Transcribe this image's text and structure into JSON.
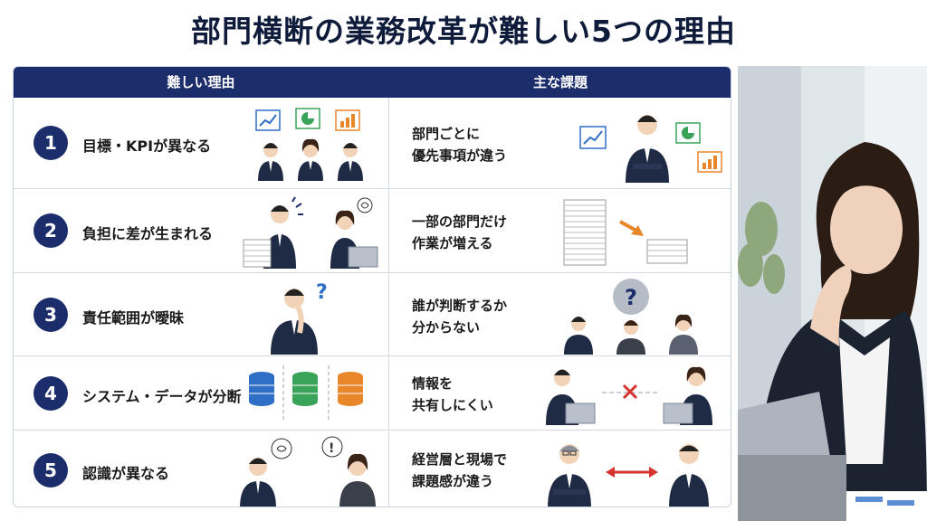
{
  "title": "部門横断の業務改革が難しい5つの理由",
  "table": {
    "col_reason": "難しい理由",
    "col_issue": "主な課題",
    "rows": [
      {
        "num": "1",
        "reason": "目標・KPIが異なる",
        "issue_line1": "部門ごとに",
        "issue_line2": "優先事項が違う",
        "left_icons": [
          "line-chart-icon",
          "pie-chart-icon",
          "bar-chart-icon",
          "three-people-icon"
        ],
        "right_icons": [
          "person-icon",
          "line-chart-icon",
          "pie-chart-icon",
          "bar-chart-icon"
        ]
      },
      {
        "num": "2",
        "reason": "負担に差が生まれる",
        "issue_line1": "一部の部門だけ",
        "issue_line2": "作業が増える",
        "left_icons": [
          "person-carrying-papers-icon",
          "stressed-woman-laptop-icon"
        ],
        "right_icons": [
          "tall-paper-stack-icon",
          "arrow-icon",
          "short-paper-stack-icon"
        ]
      },
      {
        "num": "3",
        "reason": "責任範囲が曖昧",
        "issue_line1": "誰が判断するか",
        "issue_line2": "分からない",
        "left_icons": [
          "thinking-person-icon",
          "question-mark-icon"
        ],
        "right_icons": [
          "question-bubble-icon",
          "three-people-icon"
        ]
      },
      {
        "num": "4",
        "reason": "システム・データが分断",
        "issue_line1": "情報を",
        "issue_line2": "共有しにくい",
        "left_icons": [
          "database-blue-icon",
          "database-green-icon",
          "database-orange-icon"
        ],
        "right_icons": [
          "man-laptop-icon",
          "x-mark-icon",
          "woman-laptop-icon"
        ]
      },
      {
        "num": "5",
        "reason": "認識が異なる",
        "issue_line1": "経営層と現場で",
        "issue_line2": "課題感が違う",
        "left_icons": [
          "man-speech-icon",
          "woman-speech-icon"
        ],
        "right_icons": [
          "executive-icon",
          "double-arrow-icon",
          "employee-icon"
        ]
      }
    ]
  },
  "colors": {
    "navy": "#1c2d6b",
    "blue": "#2f6fc6",
    "green": "#3aa35a",
    "orange": "#e8862a",
    "red": "#d6332e"
  }
}
